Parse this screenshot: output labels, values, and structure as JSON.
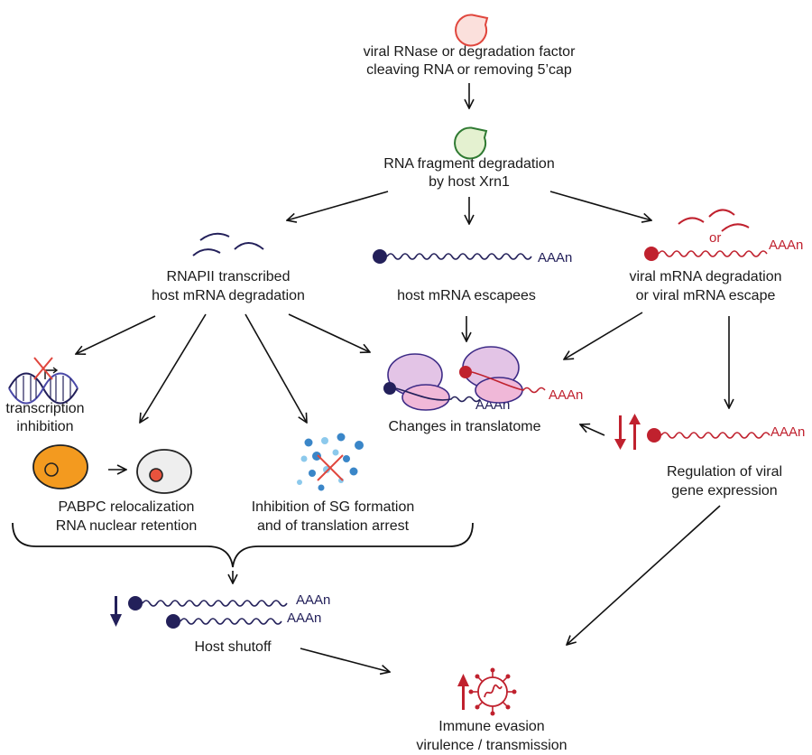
{
  "nodes": {
    "viral_rnase": {
      "line1": "viral RNase or degradation factor",
      "line2": "cleaving RNA or removing 5’cap"
    },
    "xrn1": {
      "line1": "RNA fragment degradation",
      "line2": "by host Xrn1"
    },
    "rnapii": {
      "line1": "RNAPII transcribed",
      "line2": "host mRNA degradation"
    },
    "escapees": {
      "line1": "host mRNA escapees"
    },
    "viral_mrna": {
      "line1": "viral mRNA degradation",
      "line2": "or viral mRNA escape",
      "or_label": "or"
    },
    "transcription": {
      "line1": "transcription",
      "line2": "inhibition"
    },
    "translatome": {
      "line1": "Changes in translatome"
    },
    "pabpc": {
      "line1": "PABPC relocalization",
      "line2": "RNA nuclear retention"
    },
    "sg": {
      "line1": "Inhibition of SG formation",
      "line2": "and of translation arrest"
    },
    "regulation": {
      "line1": "Regulation of viral",
      "line2": "gene expression"
    },
    "shutoff": {
      "line1": "Host shutoff"
    },
    "immune": {
      "line1": "Immune evasion",
      "line2": "virulence / transmission"
    }
  },
  "polya_label": "AAAn",
  "colors": {
    "host_rna": "#23205a",
    "viral_rna": "#c0212e",
    "rnase_fill": "#fbe0dc",
    "rnase_stroke": "#e0463d",
    "xrn1_fill": "#e4f1d0",
    "xrn1_stroke": "#2f7a32",
    "ribosome_fill": "#e3c4e6",
    "ribosome_stroke": "#3d2b86",
    "nucleus_cell_fill": "#f39a1f",
    "sg_blue": "#3a86c8"
  }
}
